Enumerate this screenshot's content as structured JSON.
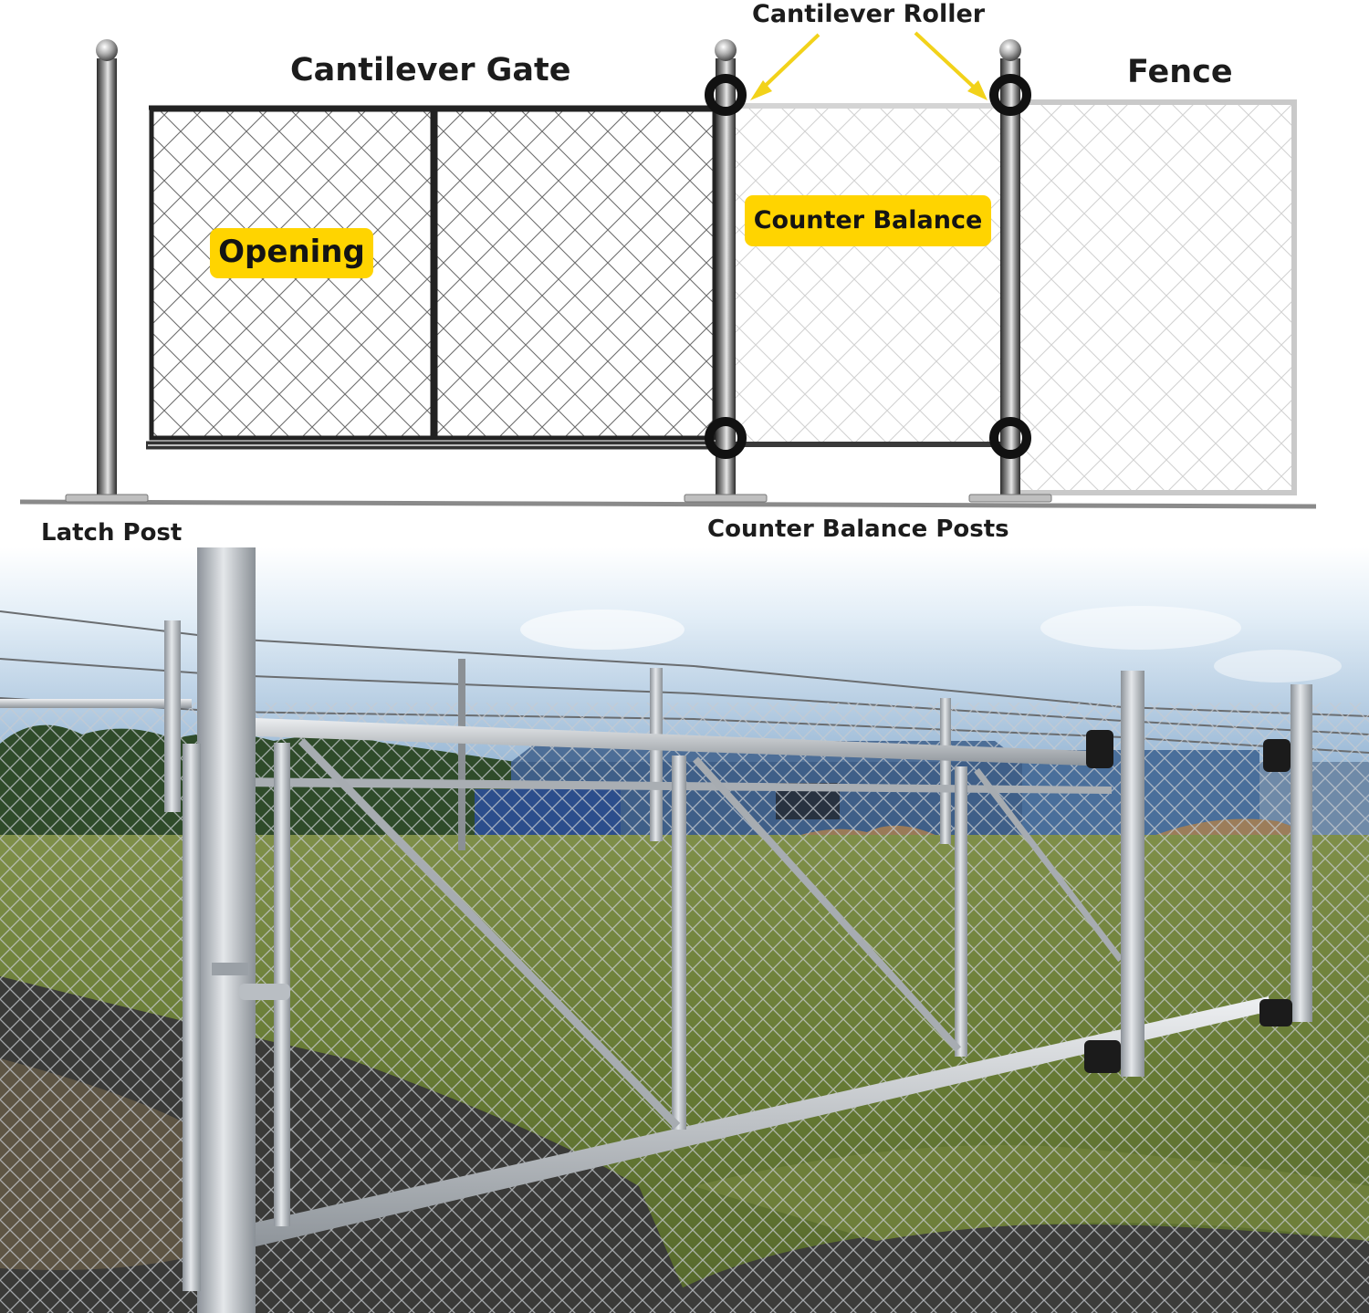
{
  "diagram": {
    "gate_title": "Cantilever Gate",
    "fence_title": "Fence",
    "roller_label": "Cantilever Roller",
    "opening_tag": "Opening",
    "counter_balance_tag": "Counter Balance",
    "latch_post_label": "Latch Post",
    "counter_balance_posts_label": "Counter Balance Posts"
  },
  "colors": {
    "highlight": "#ffd400",
    "arrow": "#f2d21a",
    "frame": "#222222",
    "fence_mesh": "#c9c9c9",
    "post": "#6a6a6a",
    "roller": "#111111"
  },
  "photo": {
    "subject": "galvanized chain-link cantilever gate"
  }
}
